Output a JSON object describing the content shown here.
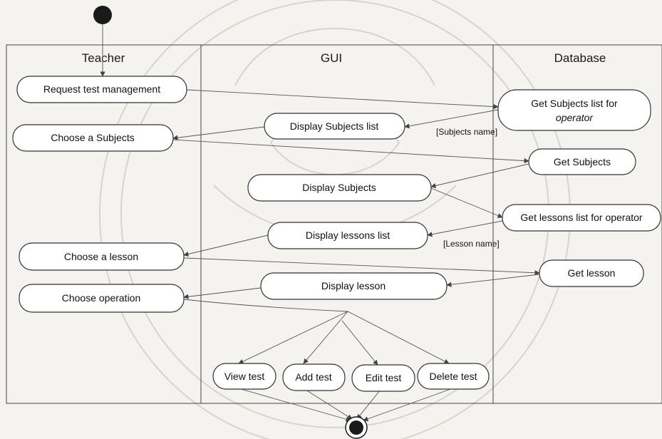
{
  "swimlanes": [
    {
      "title": "Teacher"
    },
    {
      "title": "GUI"
    },
    {
      "title": "Database"
    }
  ],
  "nodes": {
    "request_test_management": "Request test management",
    "get_subjects_list": [
      "Get Subjects list for",
      "operator"
    ],
    "display_subjects_list": "Display Subjects list",
    "choose_subjects": "Choose a Subjects",
    "get_subjects": "Get Subjects",
    "display_subjects": "Display Subjects",
    "get_lessons_list": "Get lessons list for operator",
    "display_lessons_list": "Display lessons list",
    "choose_lesson": "Choose a lesson",
    "get_lesson": "Get lesson",
    "display_lesson": "Display lesson",
    "choose_operation": "Choose operation",
    "view_test": "View test",
    "add_test": "Add test",
    "edit_test": "Edit test",
    "delete_test": "Delete test"
  },
  "guards": {
    "subjects_name": "[Subjects name]",
    "lesson_name": "[Lesson name]"
  },
  "colors": {
    "background": "#f4f3ef",
    "node_fill": "#ffffff",
    "line": "#444444",
    "watermark": "#d9d4cb"
  }
}
